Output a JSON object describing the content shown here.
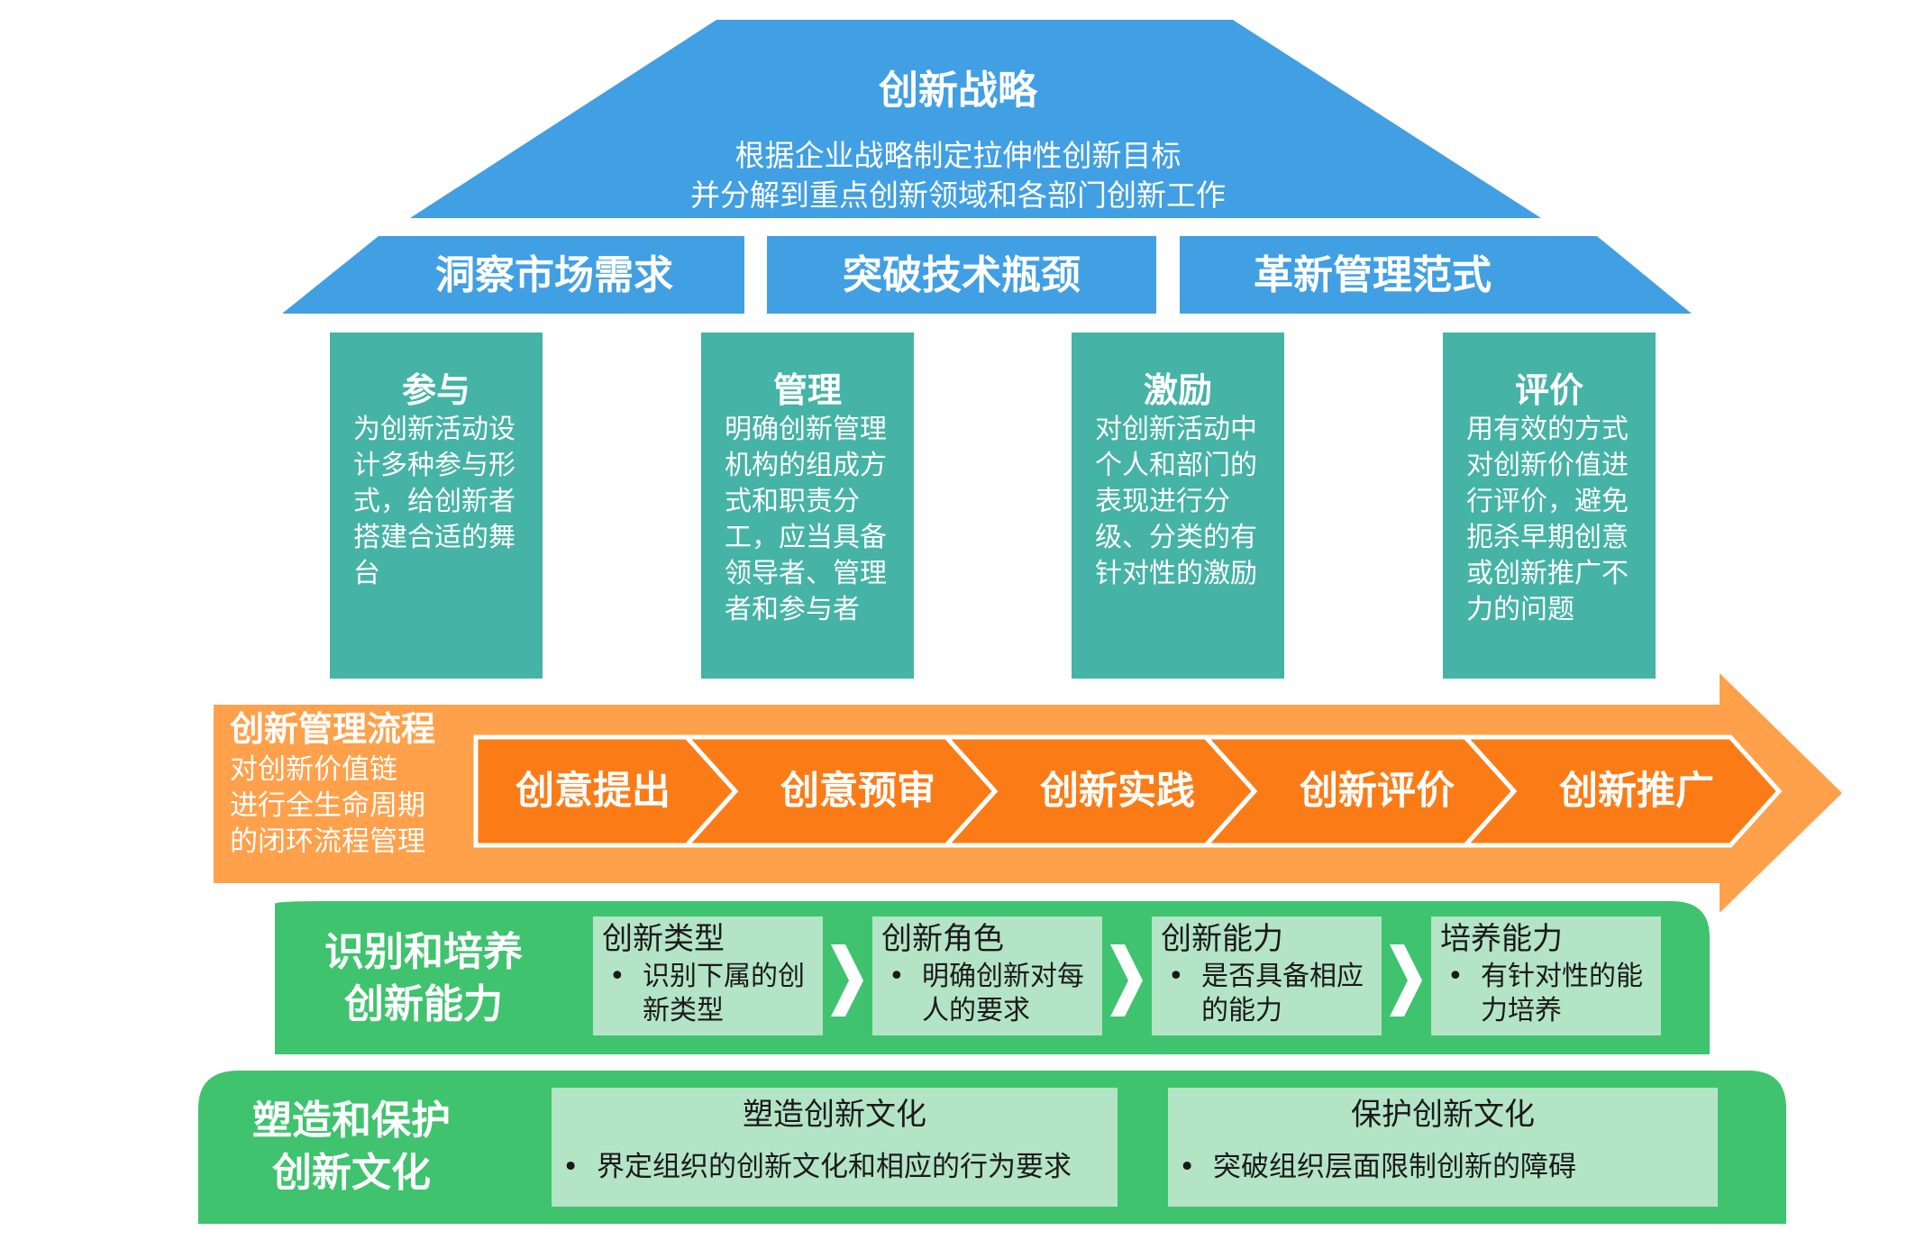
{
  "colors": {
    "blue": "#419fe3",
    "teal": "#45b3a6",
    "orange_light": "#ffa04a",
    "orange": "#fb7c17",
    "green": "#3fc36e",
    "green_light": "#b3e4c6"
  },
  "roof": {
    "title": "创新战略",
    "line1": "根据企业战略制定拉伸性创新目标",
    "line2": "并分解到重点创新领域和各部门创新工作"
  },
  "beams": [
    "洞察市场需求",
    "突破技术瓶颈",
    "革新管理范式"
  ],
  "pillars": [
    {
      "title": "参与",
      "desc": "为创新活动设计多种参与形式，给创新者搭建合适的舞台"
    },
    {
      "title": "管理",
      "desc": "明确创新管理机构的组成方式和职责分工，应当具备领导者、管理者和参与者"
    },
    {
      "title": "激励",
      "desc": "对创新活动中个人和部门的表现进行分级、分类的有针对性的激励"
    },
    {
      "title": "评价",
      "desc": "用有效的方式对创新价值进行评价，避免扼杀早期创意或创新推广不力的问题"
    }
  ],
  "process": {
    "title": "创新管理流程",
    "desc": [
      "对创新价值链",
      "进行全生命周期",
      "的闭环流程管理"
    ],
    "steps": [
      "创意提出",
      "创意预审",
      "创新实践",
      "创新评价",
      "创新推广"
    ]
  },
  "capability": {
    "title": [
      "识别和培养",
      "创新能力"
    ],
    "arrow_glyph": "❯",
    "bullet": "•",
    "items": [
      {
        "title": "创新类型",
        "desc": "识别下属的创新类型"
      },
      {
        "title": "创新角色",
        "desc": "明确创新对每人的要求"
      },
      {
        "title": "创新能力",
        "desc": "是否具备相应的能力"
      },
      {
        "title": "培养能力",
        "desc": "有针对性的能力培养"
      }
    ]
  },
  "culture": {
    "title": [
      "塑造和保护",
      "创新文化"
    ],
    "bullet": "•",
    "items": [
      {
        "title": "塑造创新文化",
        "desc": "界定组织的创新文化和相应的行为要求"
      },
      {
        "title": "保护创新文化",
        "desc": "突破组织层面限制创新的障碍"
      }
    ]
  }
}
